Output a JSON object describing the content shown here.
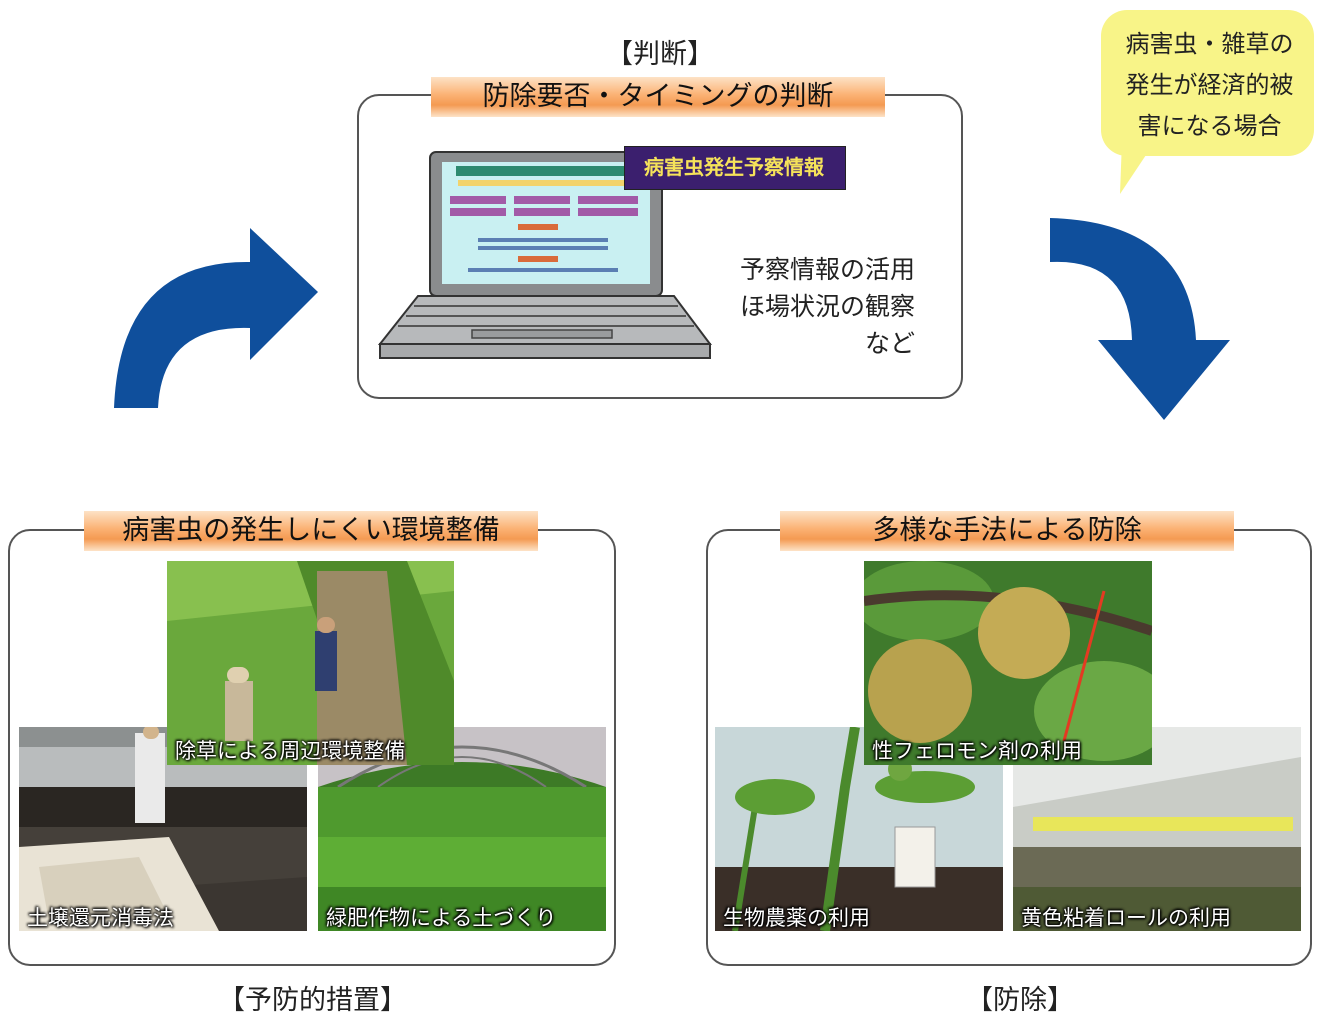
{
  "judgment": {
    "heading": "【判断】",
    "banner": "防除要否・タイミングの判断",
    "screen_badge": "病害虫発生予察情報",
    "info_lines": [
      "予察情報の活用",
      "ほ場状況の観察",
      "など"
    ]
  },
  "bubble": {
    "lines": [
      "病害虫・雑草の",
      "発生が経済的被",
      "害になる場合"
    ]
  },
  "prevention": {
    "banner": "病害虫の発生しにくい環境整備",
    "heading": "【予防的措置】",
    "photos": [
      {
        "caption": "除草による周辺環境整備"
      },
      {
        "caption": "土壌還元消毒法"
      },
      {
        "caption": "緑肥作物による土づくり"
      }
    ]
  },
  "control": {
    "banner": "多様な手法による防除",
    "heading": "【防除】",
    "photos": [
      {
        "caption": "性フェロモン剤の利用"
      },
      {
        "caption": "生物農薬の利用"
      },
      {
        "caption": "黄色粘着ロールの利用"
      }
    ]
  },
  "colors": {
    "arrow": "#0f4f9c",
    "banner": "#f49a52",
    "bubble": "#f8f488",
    "badge": "#3b1f6e",
    "badge_text": "#f5e25a"
  }
}
